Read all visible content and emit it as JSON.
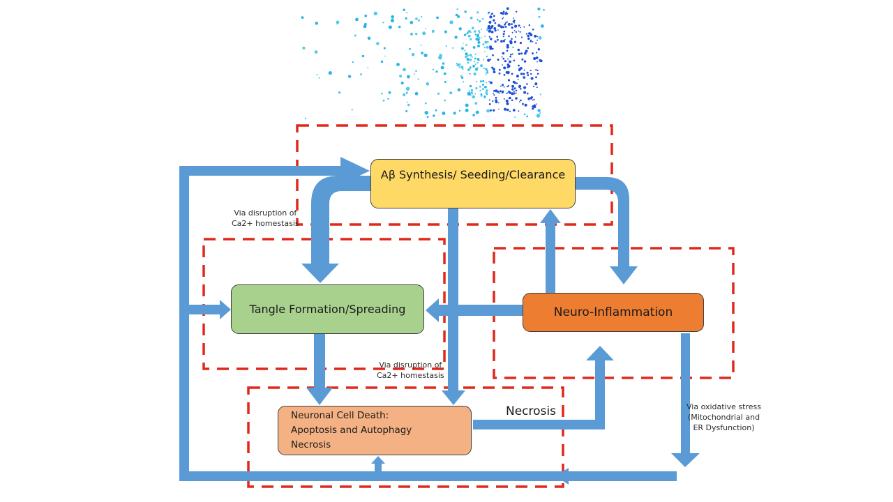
{
  "diagram": {
    "colors": {
      "arrow": "#5b9bd5",
      "dashed_border": "#e0281b",
      "ab_box": "#ffd966",
      "tangle_box": "#a9d18e",
      "neuro_box": "#ed7d31",
      "death_box": "#f4b183"
    },
    "header_image": "dispersing-particle-head-icon",
    "nodes": {
      "ab": {
        "label": "Aβ Synthesis/ Seeding/Clearance"
      },
      "tangle": {
        "label": "Tangle Formation/Spreading"
      },
      "neuro": {
        "label": "Neuro-Inflammation"
      },
      "death": {
        "lines": [
          "Neuronal Cell Death:",
          "Apoptosis and Autophagy",
          "Necrosis"
        ]
      }
    },
    "annotations": {
      "ca_upper": {
        "line1": "Via disruption of",
        "line2": "Ca2+ homestasis"
      },
      "ca_lower": {
        "line1": "Via disruption of",
        "line2": "Ca2+ homestasis"
      },
      "oxidative": {
        "line1": "Via oxidative stress",
        "line2": "(Mitochondrial and",
        "line3": "ER Dysfunction)"
      },
      "necrosis": "Necrosis"
    },
    "edges": [
      {
        "from": "outer-loop",
        "to": "ab",
        "label": ""
      },
      {
        "from": "outer-loop",
        "to": "tangle",
        "label": ""
      },
      {
        "from": "outer-loop",
        "to": "death",
        "label": ""
      },
      {
        "from": "ab",
        "to": "tangle",
        "label": "Via disruption of Ca2+ homestasis"
      },
      {
        "from": "ab",
        "to": "death",
        "label": "Via disruption of Ca2+ homestasis"
      },
      {
        "from": "ab",
        "to": "neuro",
        "label": ""
      },
      {
        "from": "neuro",
        "to": "ab",
        "label": ""
      },
      {
        "from": "neuro",
        "to": "tangle",
        "label": ""
      },
      {
        "from": "tangle",
        "to": "death",
        "label": ""
      },
      {
        "from": "death",
        "to": "neuro",
        "label": "Necrosis"
      },
      {
        "from": "neuro",
        "to": "outer-loop",
        "label": "Via oxidative stress (Mitochondrial and ER Dysfunction)"
      }
    ]
  }
}
